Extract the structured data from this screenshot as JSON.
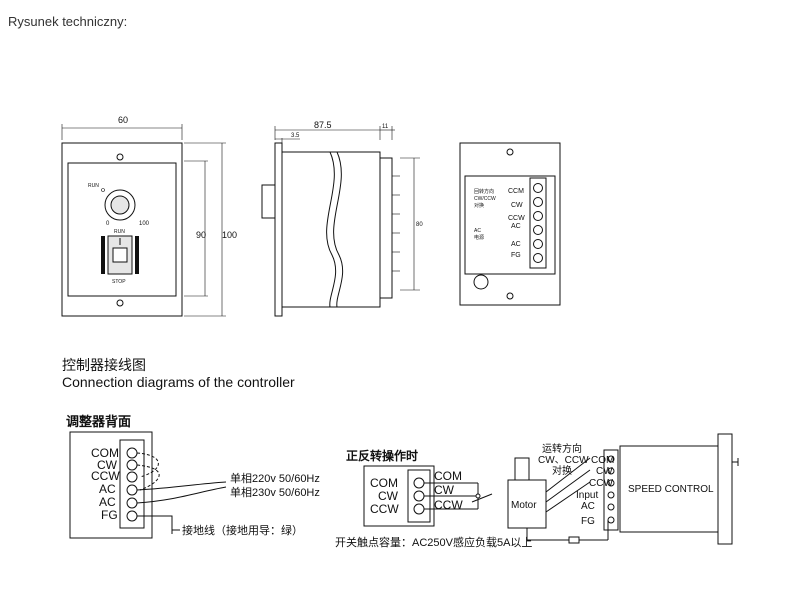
{
  "caption": "Rysunek techniczny:",
  "front_view": {
    "dim_width": "60",
    "dim_inner_height": "90",
    "dim_outer_height": "100",
    "run_small": "RUN",
    "knob_min": "0",
    "knob_max": "100",
    "switch_top": "RUN",
    "switch_bottom": "STOP"
  },
  "side_view": {
    "dim_total": "87.5",
    "dim_small": "3.5",
    "dim_right": "11",
    "dim_height": "80"
  },
  "back_view": {
    "terminals": [
      "CCM",
      "CW",
      "CCW",
      "AC",
      "AC",
      "FG"
    ],
    "note_direction": "回转方向\nCW/CCW\n对换",
    "note_power": "AC\n电源"
  },
  "heading": {
    "cn": "控制器接线图",
    "en": "Connection diagrams of the controller"
  },
  "diagram_left": {
    "title": "调整器背面",
    "terminals": [
      "COM",
      "CW",
      "CCW",
      "AC",
      "AC",
      "FG"
    ],
    "power_line1": "单相220v 50/60Hz",
    "power_line2": "单相230v 50/60Hz",
    "ground_note": "接地线（接地用导：绿）"
  },
  "diagram_middle": {
    "title": "正反转操作时",
    "terminals_left": [
      "COM",
      "CW",
      "CCW"
    ],
    "terminals_right": [
      "COM",
      "CW",
      "CCW"
    ],
    "contact_note": "开关触点容量：AC250V感应负载5A以上"
  },
  "diagram_right": {
    "motor_label": "Motor",
    "direction_note_line1": "运转方向",
    "direction_note_line2": "CW、CCW",
    "direction_note_line3": "对换",
    "terminals": [
      "COM",
      "CW",
      "CCW",
      "Input",
      "AC",
      "FG"
    ],
    "box_label": "SPEED CONTROL"
  }
}
